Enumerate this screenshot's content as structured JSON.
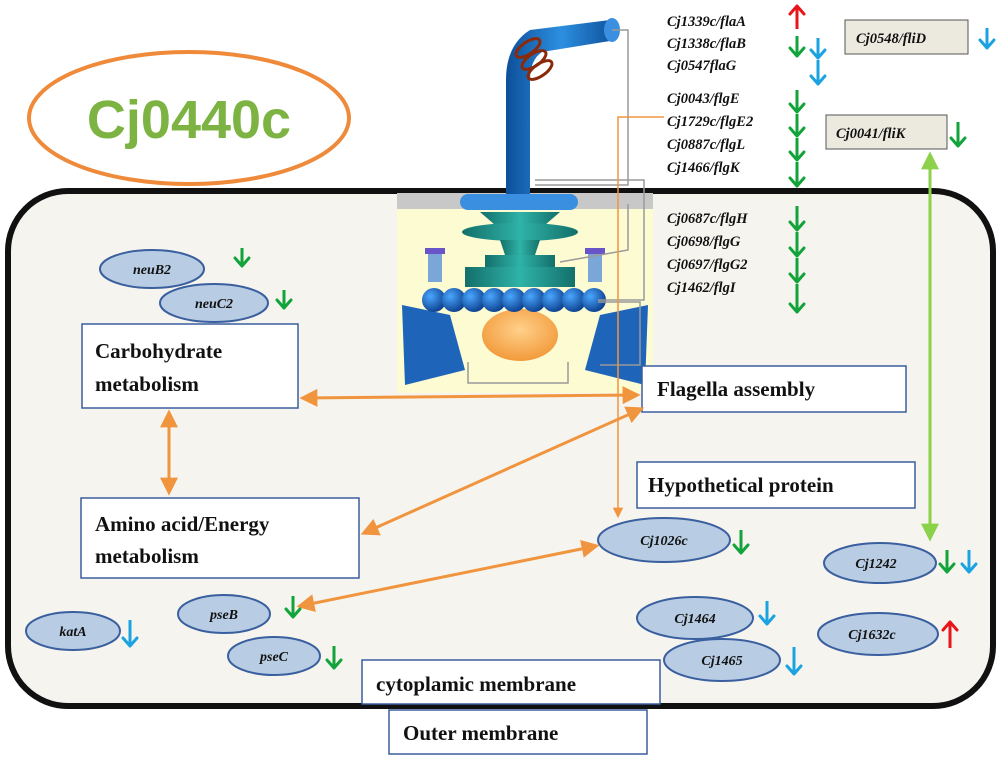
{
  "title": "Cj0440c",
  "colors": {
    "up_arrow": "#e8151b",
    "down_green": "#12a33a",
    "down_blue": "#1aa3e0",
    "link_orange": "#f0953e",
    "link_green": "#8bd14a",
    "ellipse_fill": "#b8cce4",
    "ellipse_stroke": "#3a5f9e",
    "cell_fill": "#f6f4ef",
    "title_ring": "#ee8a3a",
    "title_text": "#7cb342"
  },
  "categories": {
    "carbohydrate_line1": "Carbohydrate",
    "carbohydrate_line2": "metabolism",
    "amino_line1": "Amino acid/Energy",
    "amino_line2": "metabolism",
    "flagella": "Flagella assembly",
    "hypothetical": "Hypothetical protein"
  },
  "membranes": {
    "cytoplasmic": "cytoplamic membrane",
    "outer": "Outer membrane"
  },
  "flagellar_genes": [
    {
      "label": "Cj1339c/flaA",
      "trend": "up"
    },
    {
      "label": "Cj1338c/flaB",
      "trend": "down-green,down-blue"
    },
    {
      "label": "Cj0547flaG",
      "trend": "down-blue"
    },
    {
      "label": "Cj0043/flgE",
      "trend": "down-green"
    },
    {
      "label": "Cj1729c/flgE2",
      "trend": "down-green"
    },
    {
      "label": "Cj0887c/flgL",
      "trend": "down-green"
    },
    {
      "label": "Cj1466/flgK",
      "trend": "down-green"
    },
    {
      "label": "Cj0687c/flgH",
      "trend": "down-green"
    },
    {
      "label": "Cj0698/flgG",
      "trend": "down-green"
    },
    {
      "label": "Cj0697/flgG2",
      "trend": "down-green"
    },
    {
      "label": "Cj1462/flgI",
      "trend": "down-green"
    }
  ],
  "side_boxes": {
    "fliD": "Cj0548/fliD",
    "fliK": "Cj0041/fliK"
  },
  "ellipses": {
    "neuB2": "neuB2",
    "neuC2": "neuC2",
    "katA": "katA",
    "pseB": "pseB",
    "pseC": "pseC",
    "Cj1026c": "Cj1026c",
    "Cj1464": "Cj1464",
    "Cj1465": "Cj1465",
    "Cj1242": "Cj1242",
    "Cj1632c": "Cj1632c"
  }
}
